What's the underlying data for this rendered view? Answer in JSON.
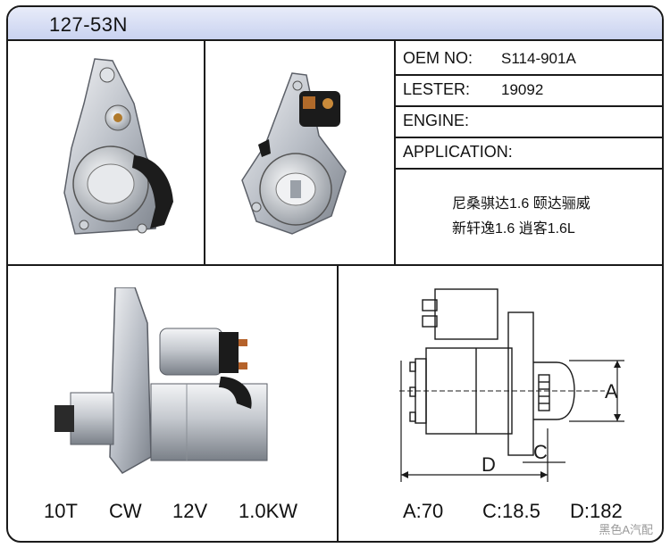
{
  "title": "127-53N",
  "specs": {
    "oem_label": "OEM NO:",
    "oem_value": "S114-901A",
    "lester_label": "LESTER:",
    "lester_value": "19092",
    "engine_label": "ENGINE:",
    "engine_value": "",
    "application_label": "APPLICATION:",
    "application_line1": "尼桑骐达1.6 颐达骊威",
    "application_line2": "新轩逸1.6 逍客1.6L"
  },
  "ratings": {
    "teeth": "10T",
    "rotation": "CW",
    "voltage": "12V",
    "power": "1.0KW"
  },
  "dimensions": {
    "label_a": "A",
    "label_c": "C",
    "label_d": "D",
    "a": "A:70",
    "c": "C:18.5",
    "d": "D:182"
  },
  "watermark": "黑色A汽配"
}
